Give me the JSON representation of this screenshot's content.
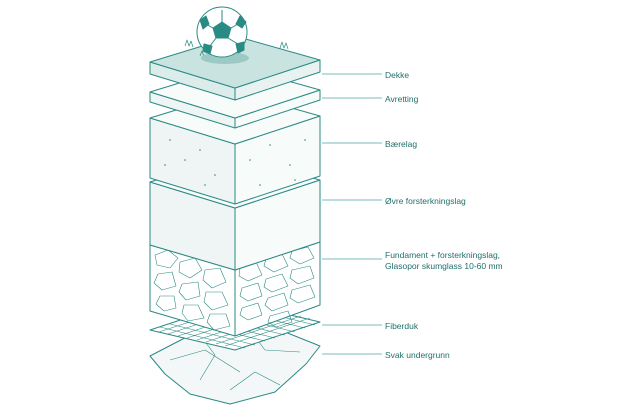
{
  "colors": {
    "outline": "#2a8a84",
    "fill": "#eef5f4",
    "top": "#c9e3e0",
    "label": "#1f6f6a",
    "leader": "#4aa59f"
  },
  "icons": [
    "football-icon",
    "grass-icon"
  ],
  "layers": [
    {
      "label": "Dekke"
    },
    {
      "label": "Avretting"
    },
    {
      "label": "Bærelag"
    },
    {
      "label": "Øvre forsterkningslag"
    },
    {
      "label": "Fundament + forsterkningslag,",
      "label2": "Glasopor skumglass 10-60 mm"
    },
    {
      "label": "Fiberduk"
    },
    {
      "label": "Svak undergrunn"
    }
  ]
}
